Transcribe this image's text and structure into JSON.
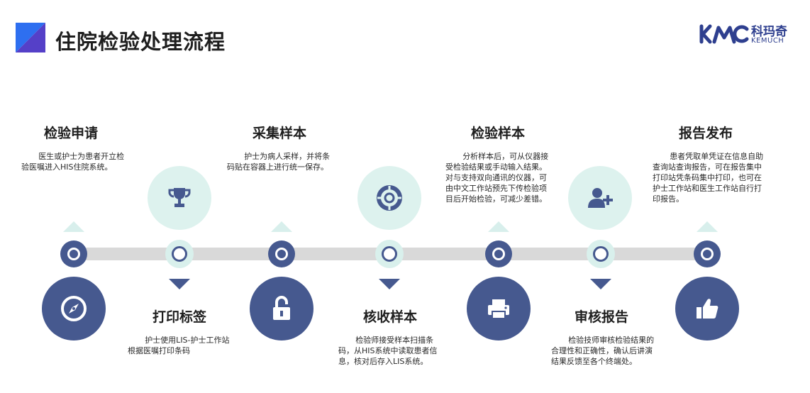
{
  "header": {
    "title": "住院检验处理流程"
  },
  "brand": {
    "name_cn": "科玛奇",
    "name_en": "KEMUCH"
  },
  "steps": [
    {
      "title": "检验申请",
      "desc": "医生或护士为患者开立检验医嘱进入HIS住院系统。",
      "icon": "compass-icon",
      "position": "top"
    },
    {
      "title": "打印标签",
      "desc": "护士使用LIS-护士工作站根据医嘱打印条码",
      "icon": "trophy-icon",
      "position": "bottom"
    },
    {
      "title": "采集样本",
      "desc": "护士为病人采样，并将条码贴在容器上进行统一保存。",
      "icon": "lock-icon",
      "position": "top"
    },
    {
      "title": "核收样本",
      "desc": "检验师接受样本扫描条码，从HIS系统中读取患者信息，核对后存入LIS系统。",
      "icon": "lifebuoy-icon",
      "position": "bottom"
    },
    {
      "title": "检验样本",
      "desc": "分析样本后，可从仪器接受检验结果或手动输入结果。对与支持双向通讯的仪器，可由中文工作站预先下传检验项目后开始检验，可减少差错。",
      "icon": "printer-icon",
      "position": "top"
    },
    {
      "title": "审核报告",
      "desc": "检验技师审核检验结果的合理性和正确性，确认后讲演结果反馈至各个终端处。",
      "icon": "add-user-icon",
      "position": "bottom"
    },
    {
      "title": "报告发布",
      "desc": "患者凭取单凭证在信息自助查询站查询报告，可在报告集中打印站凭条码集中打印，也可在护士工作站和医生工作站自行打印报告。",
      "icon": "thumbs-up-icon",
      "position": "top"
    }
  ],
  "colors": {
    "primary": "#46598f",
    "light": "#ddf2ee",
    "track": "#d9d9d9",
    "logo_blue": "#2e6ff0",
    "logo_purple": "#5540c8"
  }
}
